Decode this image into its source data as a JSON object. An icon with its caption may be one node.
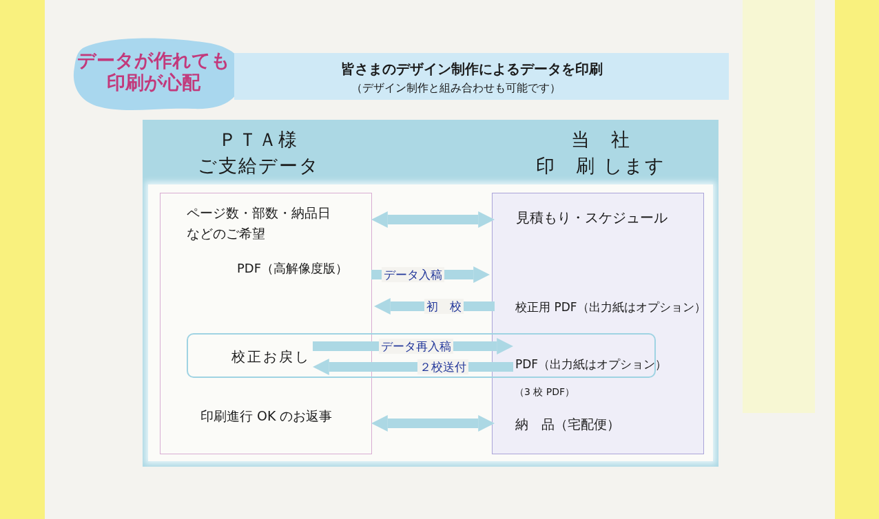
{
  "diagram": {
    "title": "データが作れても印刷が心配",
    "nodes": [
      {
        "text": [
          "皆さまのデザイン制作によるデータを印刷",
          "（デザイン制作と組み合わせも可能です）"
        ]
      },
      {
        "text": [
          "ＰＴＡ様",
          "ご支給データ",
          "当　社",
          "印　刷 します"
        ]
      },
      {
        "text": [],
        "shape": "box",
        "in": 1
      },
      {
        "text": [],
        "shape": "box",
        "in": 1
      },
      {
        "text": [
          "ページ数・部数・納品日などのご希望"
        ],
        "in": 2
      },
      {
        "text": [
          "PDF（高解像度版）"
        ],
        "in": 2
      },
      {
        "text": [
          "見積もり・スケジュール"
        ],
        "in": 3
      },
      {
        "text": [
          "校正用 PDF（出力紙はオプション）"
        ],
        "in": 3
      },
      {
        "text": [
          "校正お戻し"
        ],
        "in": 2
      },
      {
        "text": [
          "PDF（出力紙はオプション）"
        ],
        "in": 3
      },
      {
        "text": [
          "印刷進行 OK のお返事"
        ],
        "in": 2
      },
      {
        "text": [
          "納　品（宅配便）"
        ],
        "in": 3
      }
    ],
    "edges": [
      {
        "from": 4,
        "to": 6,
        "arrow": "both"
      },
      {
        "from": 5,
        "to": 3,
        "arrow": "to",
        "label": "データ入稿"
      },
      {
        "from": 7,
        "to": 2,
        "arrow": "to",
        "label": "初　校"
      },
      {
        "from": 8,
        "to": 9,
        "arrow": "to",
        "label": "データ再入稿"
      },
      {
        "from": 9,
        "to": 8,
        "arrow": "to",
        "label": "２校送付"
      },
      {
        "from": 10,
        "to": 11,
        "arrow": "both"
      }
    ],
    "labels": [
      "（3 校 PDF）"
    ]
  }
}
